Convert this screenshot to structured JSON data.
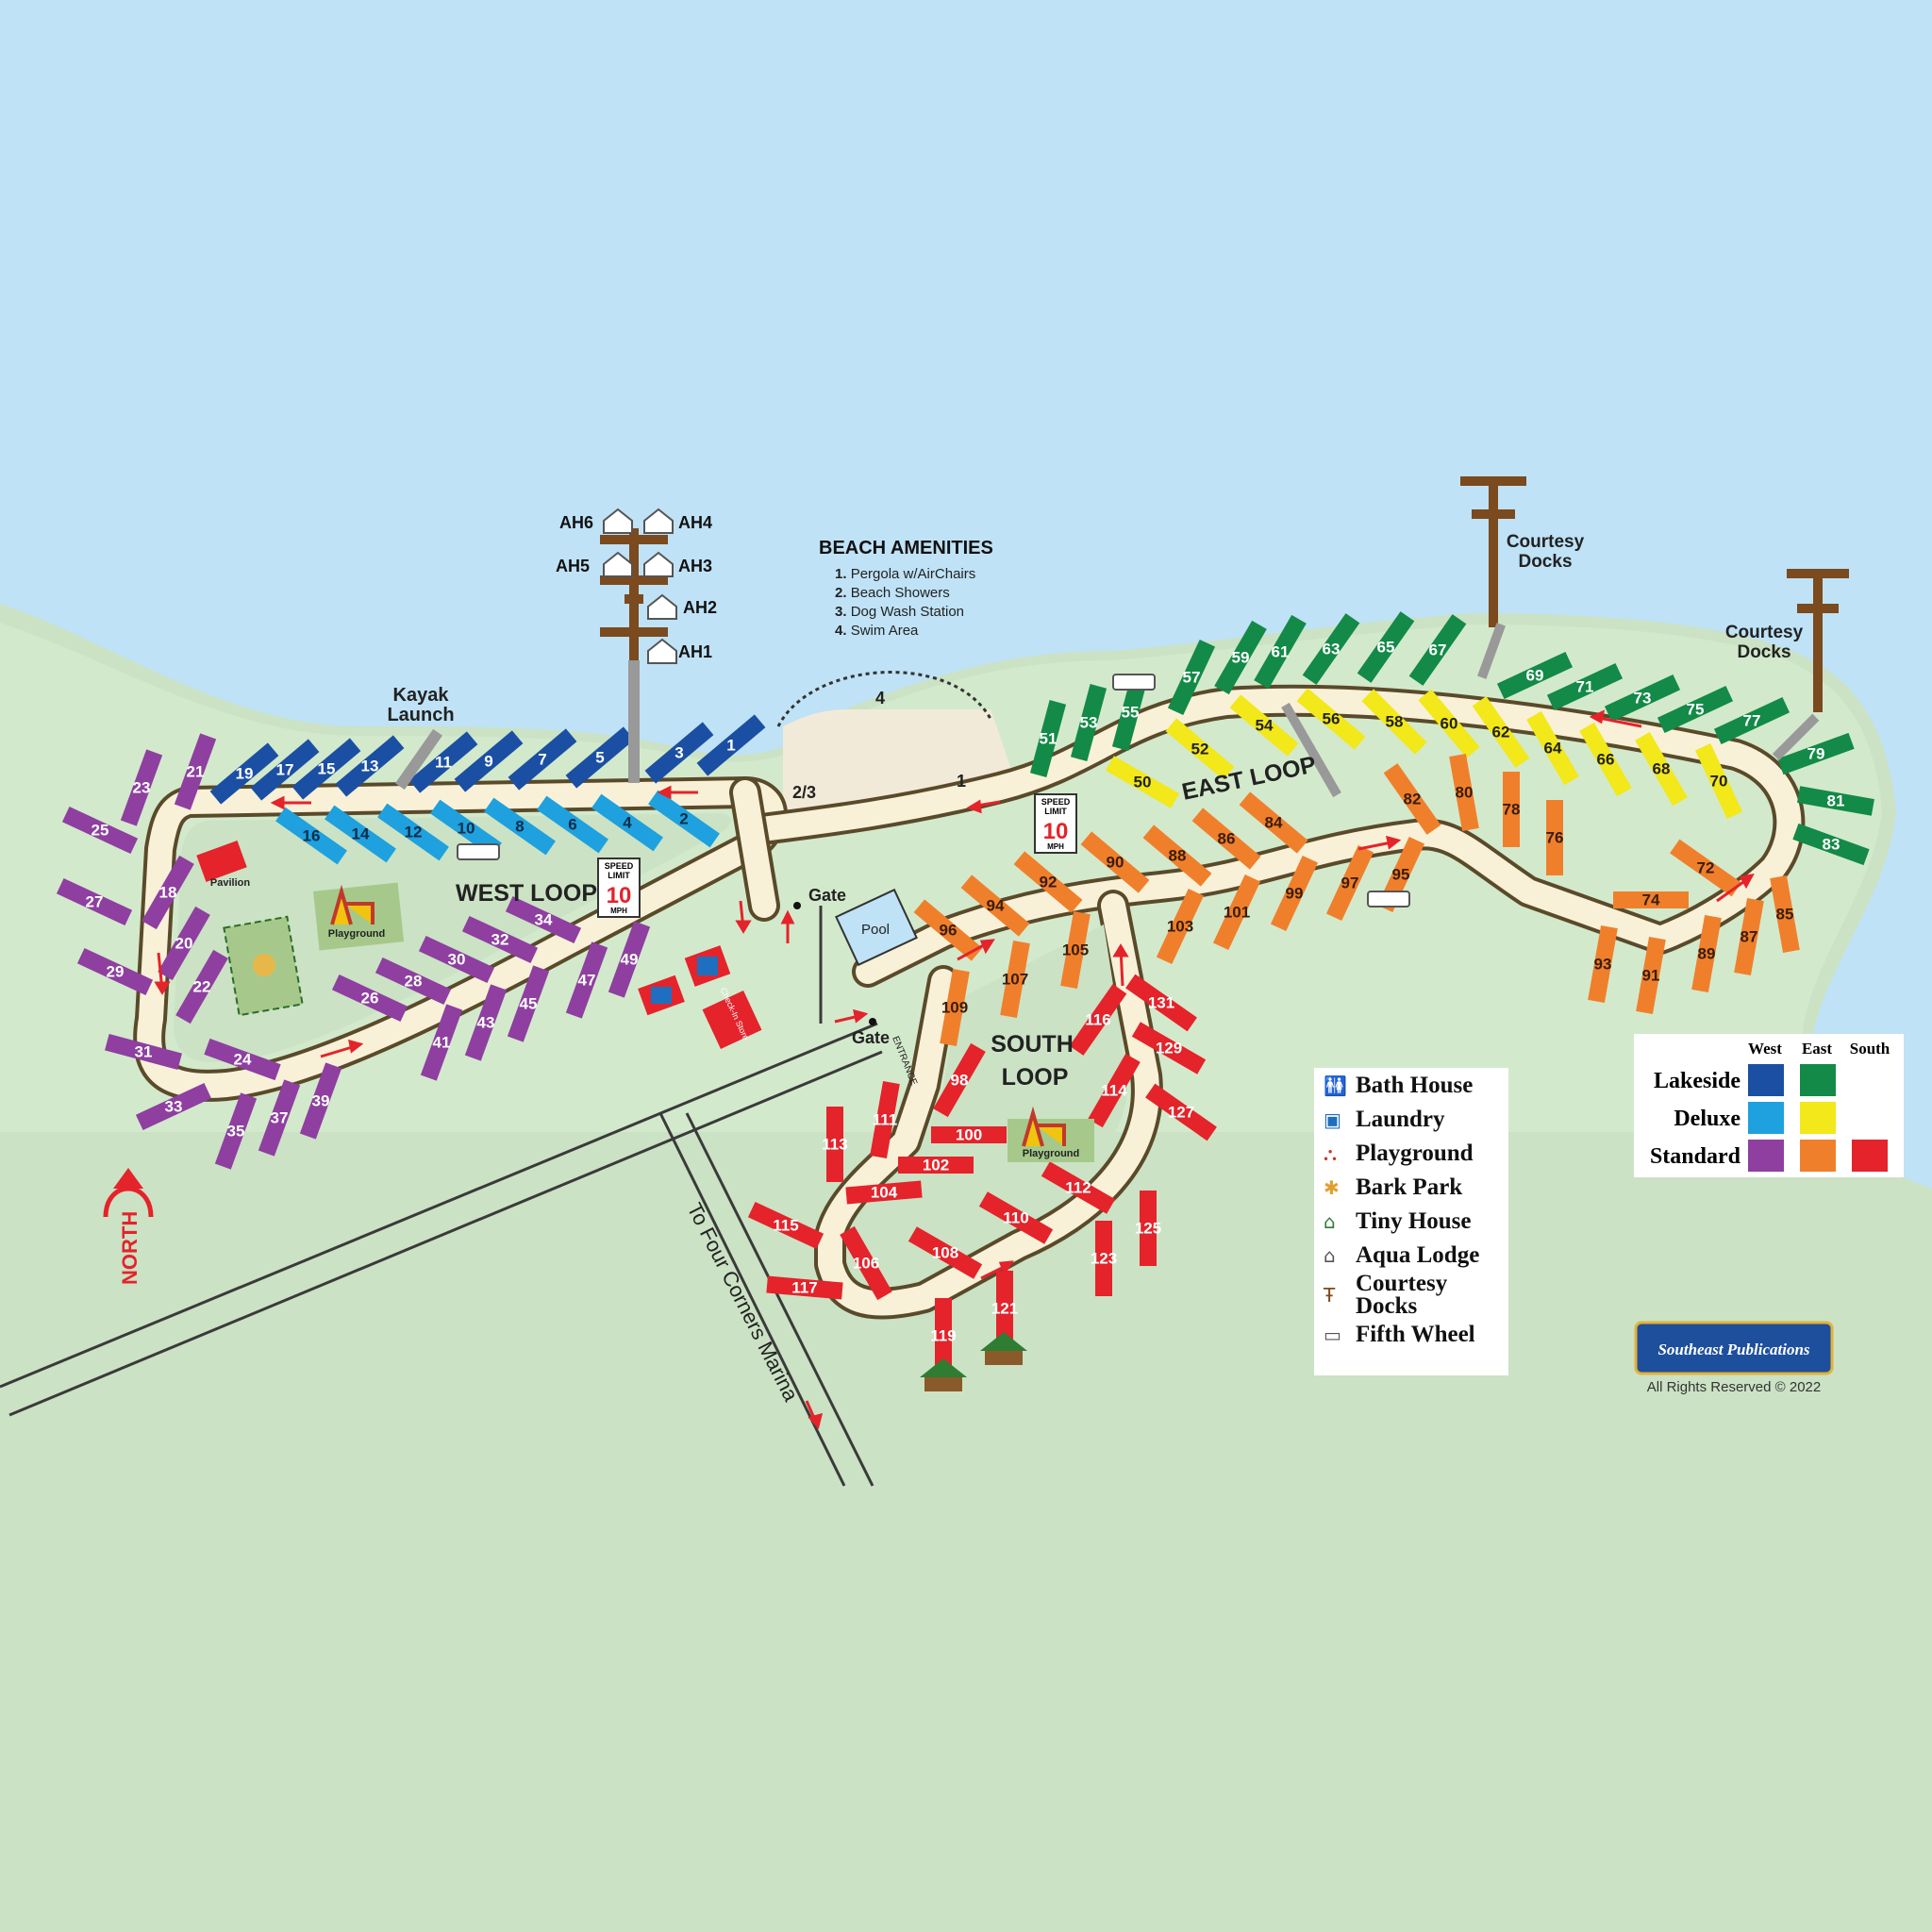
{
  "colors": {
    "water": "#bfe2f6",
    "land": "#cbe2c4",
    "shore": "#d6ecd0",
    "sand": "#f2ead8",
    "road": "#f8f1d8",
    "road_edge": "#5a4a2a",
    "dock": "#7b4a1e",
    "west_lakeside": "#1b4fa3",
    "west_deluxe": "#1ea1de",
    "west_standard": "#8e3fa0",
    "east_lakeside": "#138a47",
    "east_deluxe": "#f2e81a",
    "east_standard": "#f07f2c",
    "south_standard": "#e4232b",
    "arrow": "#e4232b"
  },
  "map": {
    "beach_amenities": {
      "title": "BEACH AMENITIES",
      "items": [
        {
          "n": "1.",
          "label": "Pergola w/AirChairs"
        },
        {
          "n": "2.",
          "label": "Beach Showers"
        },
        {
          "n": "3.",
          "label": "Dog Wash Station"
        },
        {
          "n": "4.",
          "label": "Swim Area"
        }
      ],
      "markers": {
        "swim": "4",
        "pergola": "1",
        "showers": "2/3"
      }
    },
    "kayak_launch": {
      "line1": "Kayak",
      "line2": "Launch"
    },
    "courtesy_docks_1": {
      "line1": "Courtesy",
      "line2": "Docks"
    },
    "courtesy_docks_2": {
      "line1": "Courtesy",
      "line2": "Docks"
    },
    "aqua_lodges": [
      "AH6",
      "AH4",
      "AH5",
      "AH3",
      "AH2",
      "AH1"
    ],
    "loops": {
      "west": "WEST LOOP",
      "east": "EAST LOOP",
      "south_line1": "SOUTH",
      "south_line2": "LOOP"
    },
    "speed_limit": {
      "line1": "SPEED",
      "line2": "LIMIT",
      "value": "10",
      "unit": "MPH"
    },
    "pool": "Pool",
    "gate_north": "Gate",
    "gate_south": "Gate",
    "entrance": "ENTRANCE",
    "pavilion": "Pavilion",
    "playground": "Playground",
    "check_in": "Check-In Store",
    "road_label": "To Four Corners Marina",
    "north": "NORTH",
    "copyright": "All Rights Reserved © 2022",
    "publisher": "Southeast Publications"
  },
  "legend": {
    "items": [
      {
        "icon": "bath-house-icon",
        "label": "Bath House"
      },
      {
        "icon": "laundry-icon",
        "label": "Laundry"
      },
      {
        "icon": "playground-icon",
        "label": "Playground"
      },
      {
        "icon": "bark-park-icon",
        "label": "Bark Park"
      },
      {
        "icon": "tiny-house-icon",
        "label": "Tiny House"
      },
      {
        "icon": "aqua-lodge-icon",
        "label": "Aqua Lodge"
      },
      {
        "icon": "courtesy-docks-icon",
        "label": "Courtesy Docks"
      },
      {
        "icon": "fifth-wheel-icon",
        "label": "Fifth Wheel"
      }
    ]
  },
  "site_legend": {
    "columns": [
      "West",
      "East",
      "South"
    ],
    "rows": [
      "Lakeside",
      "Deluxe",
      "Standard"
    ]
  },
  "sites": {
    "west_lakeside": [
      "1",
      "3",
      "5",
      "7",
      "9",
      "11",
      "13",
      "15",
      "17",
      "19"
    ],
    "west_deluxe": [
      "2",
      "4",
      "6",
      "8",
      "10",
      "12",
      "14",
      "16"
    ],
    "west_standard": [
      "18",
      "20",
      "21",
      "22",
      "23",
      "24",
      "25",
      "26",
      "27",
      "28",
      "29",
      "30",
      "31",
      "32",
      "33",
      "34",
      "35",
      "37",
      "39",
      "41",
      "43",
      "45",
      "47",
      "49"
    ],
    "east_lakeside": [
      "51",
      "53",
      "55",
      "57",
      "59",
      "61",
      "63",
      "65",
      "67",
      "69",
      "71",
      "73",
      "75",
      "77",
      "79",
      "81",
      "83"
    ],
    "east_deluxe": [
      "50",
      "52",
      "54",
      "56",
      "58",
      "60",
      "62",
      "64",
      "66",
      "68",
      "70"
    ],
    "east_standard": [
      "72",
      "74",
      "76",
      "78",
      "80",
      "82",
      "84",
      "85",
      "86",
      "87",
      "88",
      "89",
      "90",
      "91",
      "92",
      "93",
      "94",
      "95",
      "96",
      "97",
      "99",
      "101",
      "103",
      "105",
      "107",
      "109"
    ],
    "south_standard": [
      "98",
      "100",
      "102",
      "104",
      "106",
      "108",
      "110",
      "111",
      "112",
      "113",
      "114",
      "115",
      "116",
      "117",
      "119",
      "121",
      "123",
      "125",
      "127",
      "129",
      "131"
    ]
  }
}
